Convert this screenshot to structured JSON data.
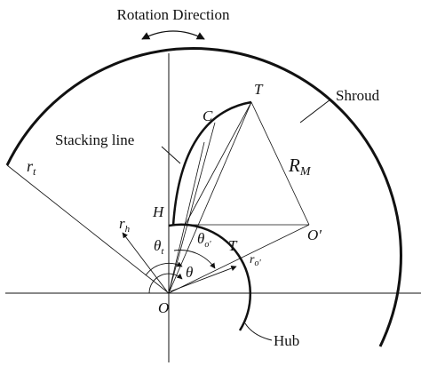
{
  "labels": {
    "title": "Rotation Direction",
    "shroud": "Shroud",
    "stacking_line": "Stacking line",
    "hub": "Hub",
    "point_T_top": "T",
    "point_C": "C",
    "point_H": "H",
    "point_O": "O",
    "point_O_prime": "O′",
    "point_T_mid": "T",
    "r_t": "r",
    "r_t_sub": "t",
    "r_h": "r",
    "r_h_sub": "h",
    "r_o": "r",
    "r_o_sub": "o'",
    "R_M": "R",
    "R_M_sub": "M",
    "theta_t": "θ",
    "theta_t_sub": "t",
    "theta_o": "θ",
    "theta_o_sub": "o'",
    "theta": "θ"
  },
  "colors": {
    "ink": "#111111",
    "background": "#ffffff"
  }
}
